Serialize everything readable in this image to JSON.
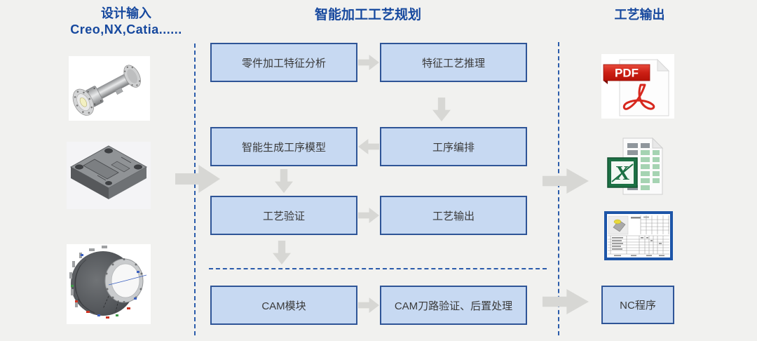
{
  "headers": {
    "left_title": "设计输入",
    "left_subtitle": "Creo,NX,Catia......",
    "center_title": "智能加工工艺规划",
    "right_title": "工艺输出"
  },
  "flow": {
    "boxes": [
      "零件加工特征分析",
      "特征工艺推理",
      "智能生成工序模型",
      "工序编排",
      "工艺验证",
      "工艺输出",
      "CAM模块",
      "CAM刀路验证、后置处理"
    ]
  },
  "inputs": {
    "images": [
      "shaft-part-model",
      "block-part-model",
      "casing-part-model"
    ]
  },
  "outputs": {
    "pdf_badge": "PDF",
    "excel_letter": "X",
    "nc_program_label": "NC程序",
    "items": [
      "pdf-file-icon",
      "excel-file-icon",
      "process-card-image",
      "nc-program-box"
    ]
  },
  "colors": {
    "background": "#f1f1ef",
    "header_blue": "#16489e",
    "box_fill": "#c7d9f2",
    "box_border": "#2f5597",
    "arrow_gray": "#d7d7d4",
    "dashed_blue": "#2b5cab",
    "pdf_red": "#d7281e",
    "excel_green": "#1c7044"
  }
}
